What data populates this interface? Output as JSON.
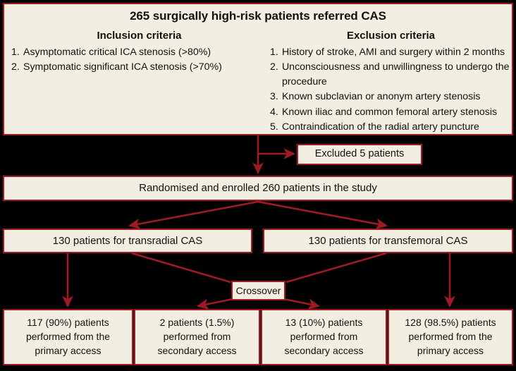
{
  "colors": {
    "background": "#000000",
    "box_fill": "#f2efe2",
    "border_red": "#9e1b24",
    "text": "#14100c"
  },
  "top_box": {
    "title": "265 surgically high-risk patients referred CAS",
    "inclusion": {
      "heading": "Inclusion criteria",
      "items": [
        {
          "num": "1.",
          "text": "Asymptomatic critical ICA stenosis (>80%)"
        },
        {
          "num": "2.",
          "text": "Symptomatic significant ICA stenosis (>70%)"
        }
      ]
    },
    "exclusion": {
      "heading": "Exclusion criteria",
      "items": [
        {
          "num": "1.",
          "text": "History of stroke, AMI and surgery within 2 months"
        },
        {
          "num": "2.",
          "text": "Unconsciousness and unwillingness to undergo the procedure"
        },
        {
          "num": "3.",
          "text": "Known subclavian or anonym artery stenosis"
        },
        {
          "num": "4.",
          "text": "Known iliac and common femoral artery stenosis"
        },
        {
          "num": "5.",
          "text": "Contraindication of the radial artery puncture"
        }
      ]
    }
  },
  "excluded": {
    "label": "Excluded 5 patients"
  },
  "randomised": {
    "label": "Randomised and enrolled 260 patients in the study"
  },
  "arms": {
    "transradial": {
      "label": "130 patients for transradial CAS"
    },
    "transfemoral": {
      "label": "130 patients for transfemoral CAS"
    }
  },
  "crossover": {
    "label": "Crossover"
  },
  "outcomes": [
    {
      "line1": "117 (90%) patients",
      "line2": "performed from the",
      "line3": "primary access"
    },
    {
      "line1": "2 patients (1.5%)",
      "line2": "performed from",
      "line3": "secondary access"
    },
    {
      "line1": "13 (10%) patients",
      "line2": "performed from",
      "line3": "secondary access"
    },
    {
      "line1": "128 (98.5%) patients",
      "line2": "performed from the",
      "line3": "primary access"
    }
  ]
}
